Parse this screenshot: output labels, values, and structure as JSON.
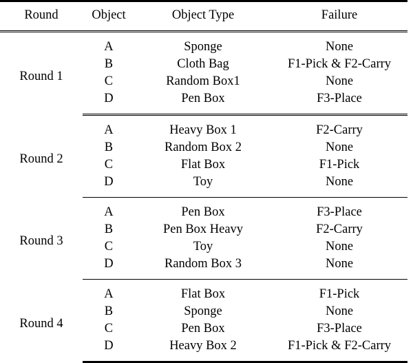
{
  "table": {
    "caption_visible": false,
    "columns": [
      {
        "key": "round",
        "label": "Round"
      },
      {
        "key": "object",
        "label": "Object"
      },
      {
        "key": "type",
        "label": "Object Type"
      },
      {
        "key": "failure",
        "label": "Failure"
      }
    ],
    "blocks": [
      {
        "round": "Round 1",
        "rows": [
          {
            "object": "A",
            "type": "Sponge",
            "failure": "None"
          },
          {
            "object": "B",
            "type": "Cloth Bag",
            "failure": "F1-Pick & F2-Carry"
          },
          {
            "object": "C",
            "type": "Random Box1",
            "failure": "None"
          },
          {
            "object": "D",
            "type": "Pen Box",
            "failure": "F3-Place"
          }
        ]
      },
      {
        "round": "Round 2",
        "rows": [
          {
            "object": "A",
            "type": "Heavy Box 1",
            "failure": "F2-Carry"
          },
          {
            "object": "B",
            "type": "Random Box 2",
            "failure": "None"
          },
          {
            "object": "C",
            "type": "Flat Box",
            "failure": "F1-Pick"
          },
          {
            "object": "D",
            "type": "Toy",
            "failure": "None"
          }
        ]
      },
      {
        "round": "Round 3",
        "rows": [
          {
            "object": "A",
            "type": "Pen Box",
            "failure": "F3-Place"
          },
          {
            "object": "B",
            "type": "Pen Box Heavy",
            "failure": "F2-Carry"
          },
          {
            "object": "C",
            "type": "Toy",
            "failure": "None"
          },
          {
            "object": "D",
            "type": "Random Box 3",
            "failure": "None"
          }
        ]
      },
      {
        "round": "Round 4",
        "rows": [
          {
            "object": "A",
            "type": "Flat Box",
            "failure": "F1-Pick"
          },
          {
            "object": "B",
            "type": "Sponge",
            "failure": "None"
          },
          {
            "object": "C",
            "type": "Pen Box",
            "failure": "F3-Place"
          },
          {
            "object": "D",
            "type": "Heavy Box 2",
            "failure": "F1-Pick & F2-Carry"
          }
        ]
      }
    ]
  },
  "style": {
    "text_color": "#000000",
    "rule_color": "#000000",
    "background": "#ffffff"
  }
}
